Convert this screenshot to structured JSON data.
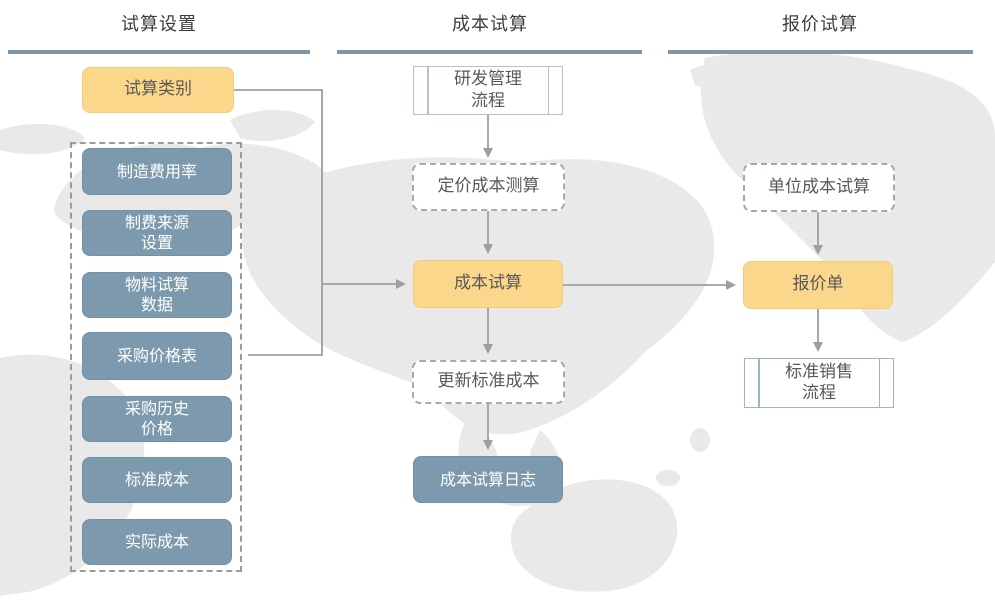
{
  "columns": {
    "settings_header": "试算设置",
    "costing_header": "成本试算",
    "quotation_header": "报价试算"
  },
  "settings_column": {
    "trial_category": "试算类别",
    "items": [
      "制造费用率",
      "制费来源\n设置",
      "物料试算\n数据",
      "采购价格表",
      "采购历史\n价格",
      "标准成本",
      "实际成本"
    ]
  },
  "costing_column": {
    "rd_management_process": "研发管理\n流程",
    "pricing_cost_estimation": "定价成本测算",
    "cost_trial": "成本试算",
    "update_standard_cost": "更新标准成本",
    "cost_trial_log": "成本试算日志"
  },
  "quotation_column": {
    "unit_cost_trial": "单位成本试算",
    "quotation_sheet": "报价单",
    "standard_sales_process": "标准销售\n流程"
  },
  "colors": {
    "accent_yellow": "#fbd78c",
    "node_blue": "#7c99ae",
    "header_underline": "#7d97ac",
    "connector_gray": "#9e9e9e",
    "map_gray": "#e9e9e9"
  }
}
